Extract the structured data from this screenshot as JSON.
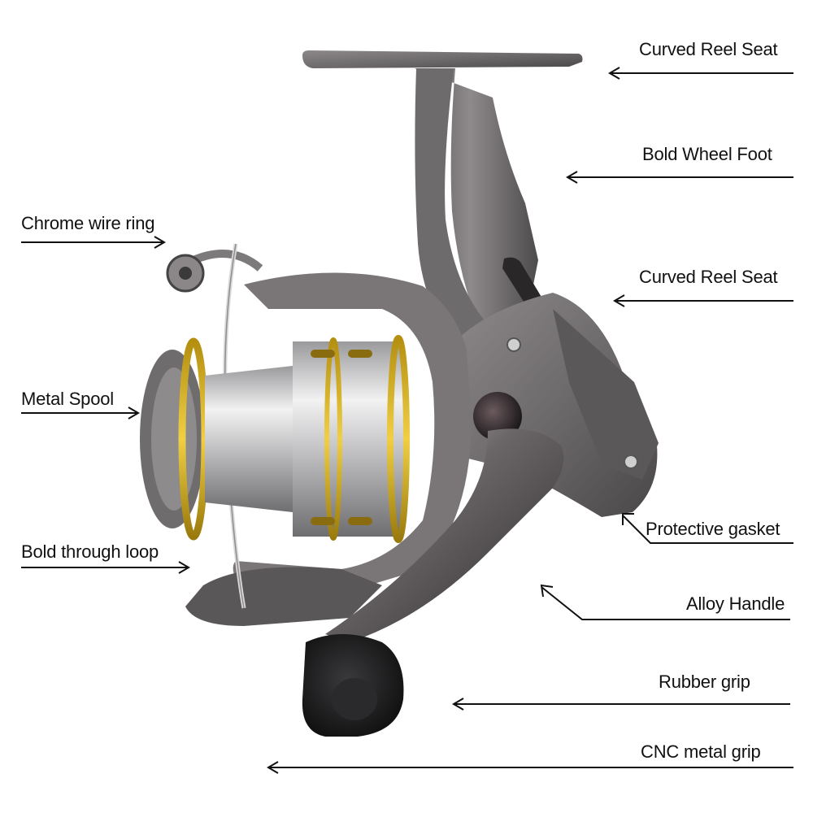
{
  "figure": {
    "subject": "spinning-fishing-reel",
    "colors": {
      "body": "#6d6a6c",
      "body_light": "#9a9698",
      "body_dark": "#3f3c3e",
      "spool_gold": "#d7b11e",
      "spool_silver": "#c9c9cb",
      "knob": "#1d1d1f",
      "arrow": "#111111"
    }
  },
  "callouts": {
    "curved_reel_seat_top": "Curved Reel Seat",
    "bold_wheel_foot": "Bold Wheel Foot",
    "curved_reel_seat_mid": "Curved Reel Seat",
    "chrome_wire_ring": "Chrome wire ring",
    "metal_spool": "Metal Spool",
    "bold_through_loop": "Bold through loop",
    "protective_gasket": "Protective gasket",
    "alloy_handle": "Alloy Handle",
    "rubber_grip": "Rubber grip",
    "cnc_metal_grip": "CNC metal grip"
  }
}
